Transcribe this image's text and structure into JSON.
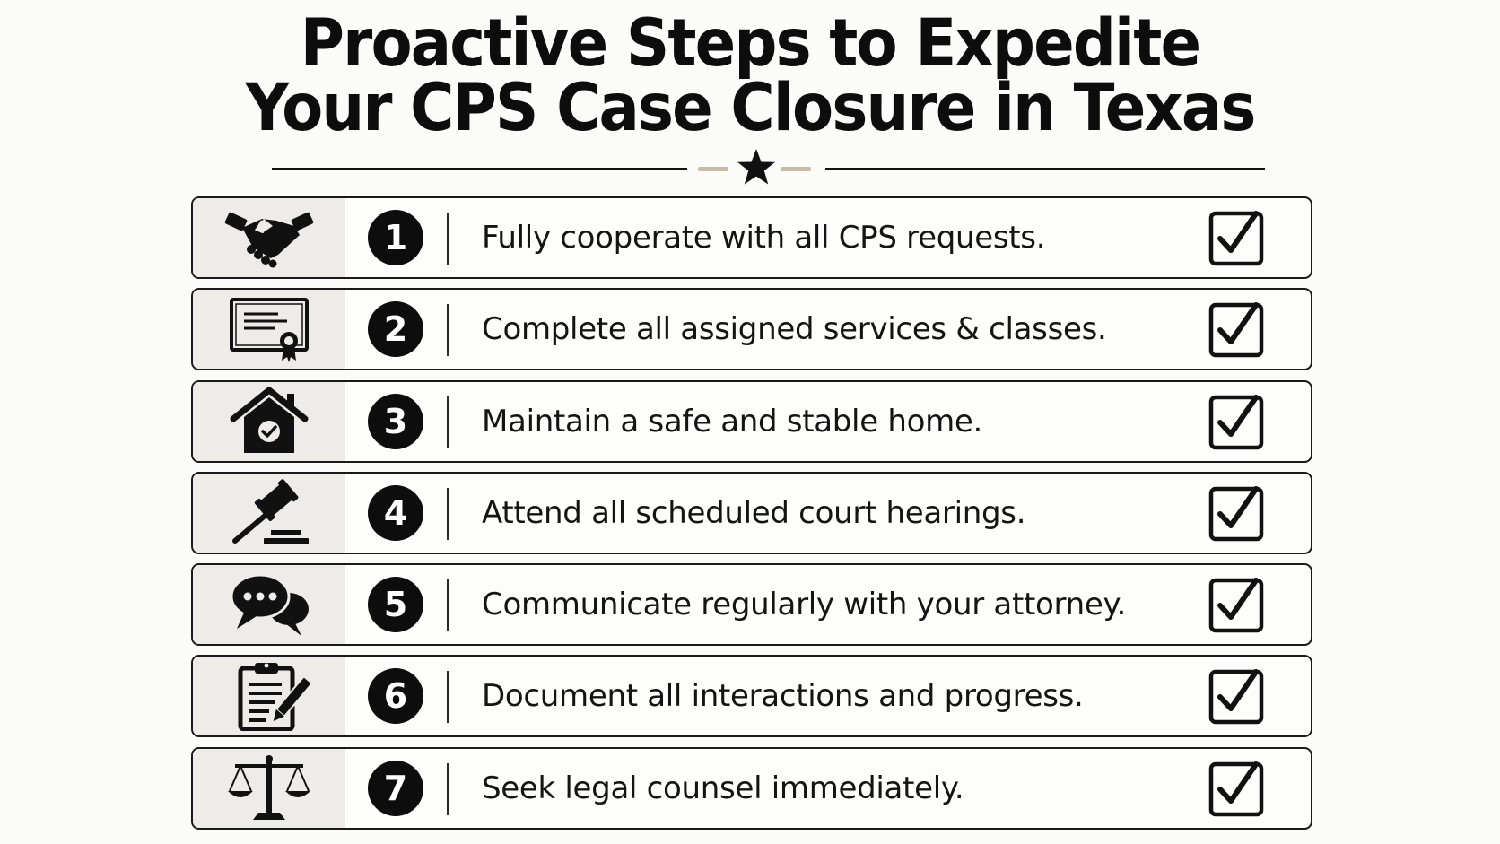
{
  "title": {
    "line1": "Proactive Steps to Expedite",
    "line2": "Your CPS Case Closure in Texas"
  },
  "divider": {
    "ornament_icon": "star-icon",
    "accent_color": "#c9bba4"
  },
  "colors": {
    "background": "#fbfbfa",
    "icon_panel": "#eeece8",
    "ink": "#0d0d0d"
  },
  "steps": [
    {
      "number": "1",
      "text": "Fully cooperate with all CPS requests.",
      "icon": "handshake-icon",
      "checked": true
    },
    {
      "number": "2",
      "text": "Complete all assigned services & classes.",
      "icon": "certificate-icon",
      "checked": true
    },
    {
      "number": "3",
      "text": "Maintain a safe and stable home.",
      "icon": "home-check-icon",
      "checked": true
    },
    {
      "number": "4",
      "text": "Attend all scheduled court hearings.",
      "icon": "gavel-icon",
      "checked": true
    },
    {
      "number": "5",
      "text": "Communicate regularly with your attorney.",
      "icon": "chat-bubbles-icon",
      "checked": true
    },
    {
      "number": "6",
      "text": "Document all interactions and progress.",
      "icon": "clipboard-pen-icon",
      "checked": true
    },
    {
      "number": "7",
      "text": "Seek legal counsel immediately.",
      "icon": "scales-of-justice-icon",
      "checked": true
    }
  ]
}
